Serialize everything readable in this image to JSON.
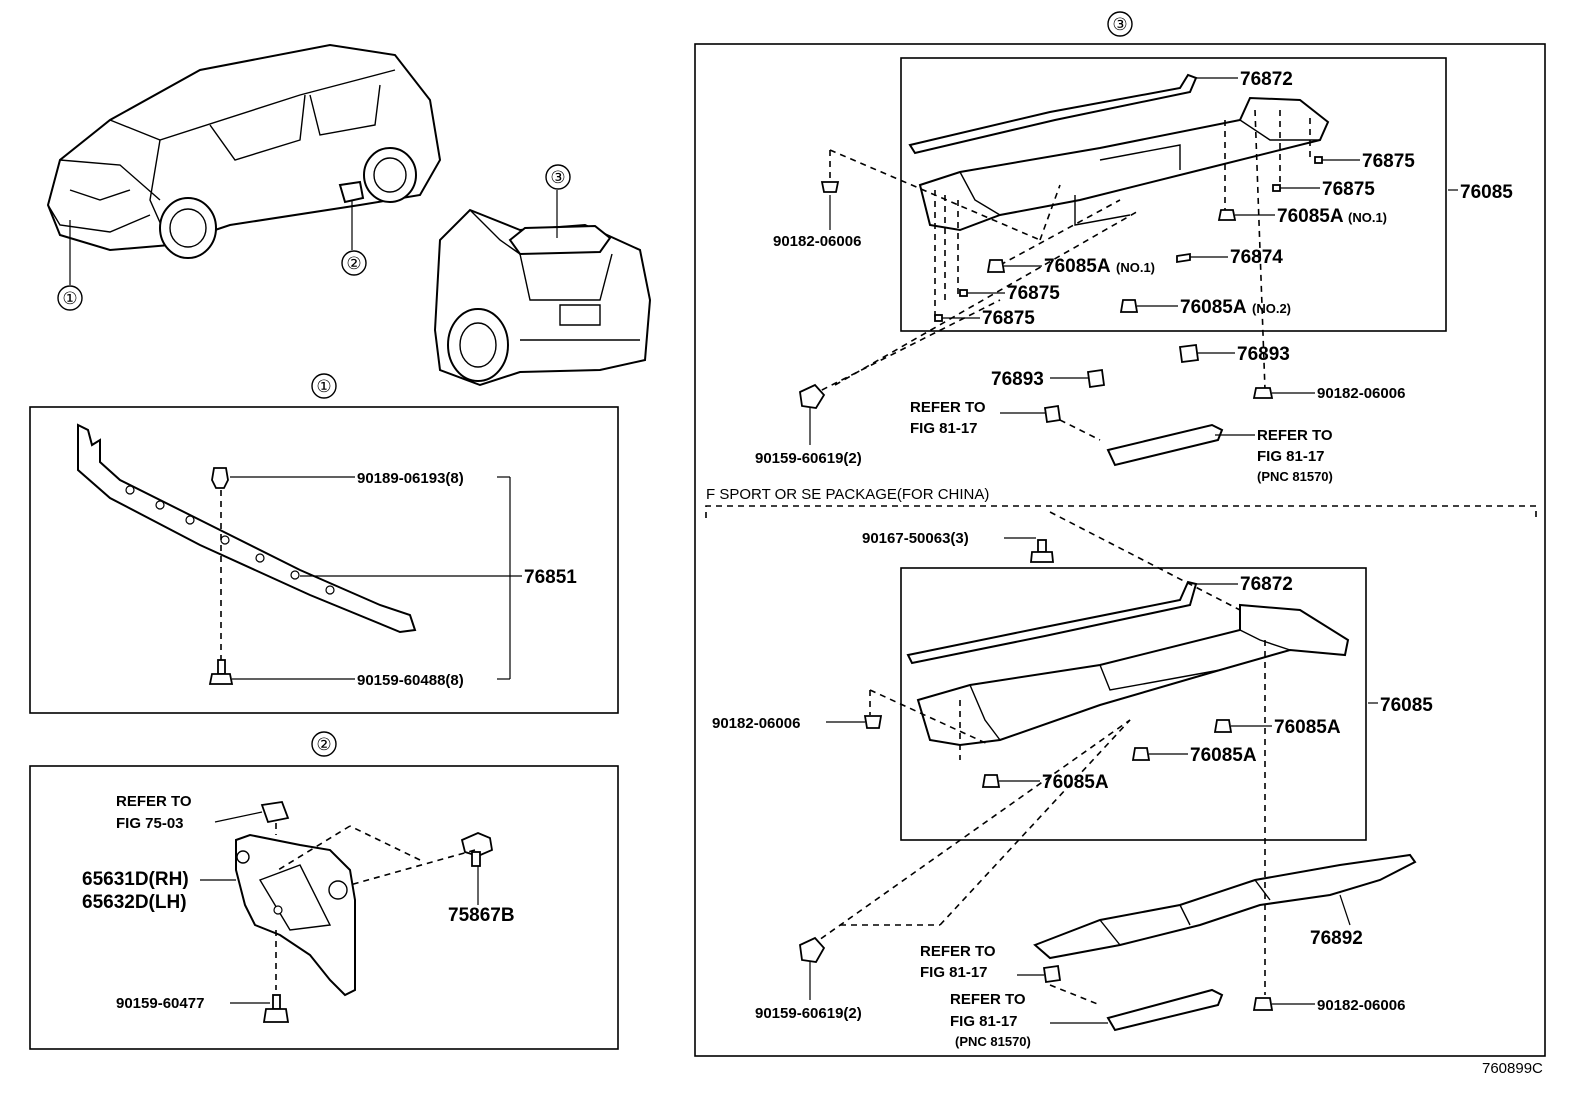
{
  "callouts": {
    "c1": "①",
    "c2": "②",
    "c3": "③"
  },
  "panel1": {
    "p90189": "90189-06193(8)",
    "p76851": "76851",
    "p90159": "90159-60488(8)"
  },
  "panel2": {
    "refer": "REFER TO",
    "fig": "FIG 75-03",
    "p65631": "65631D(RH)",
    "p65632": "65632D(LH)",
    "p75867": "75867B",
    "p90159": "90159-60477"
  },
  "panel3_top": {
    "p76872": "76872",
    "p76875a": "76875",
    "p76875b": "76875",
    "p76085": "76085",
    "p76085a_no1_r": "76085A",
    "no1_r": "(NO.1)",
    "p76874": "76874",
    "p76085a_no1_l": "76085A",
    "no1_l": "(NO.1)",
    "p76875c": "76875",
    "p76085a_no2": "76085A",
    "no2": "(NO.2)",
    "p76875d": "76875",
    "p90182": "90182-06006",
    "p76893a": "76893",
    "p76893b": "76893",
    "p90182b": "90182-06006",
    "refer1": "REFER TO",
    "fig1": "FIG 81-17",
    "refer2": "REFER TO",
    "fig2": "FIG 81-17",
    "pnc": "(PNC 81570)",
    "p90159": "90159-60619(2)"
  },
  "panel3_bottom": {
    "header": "F SPORT OR SE PACKAGE(FOR CHINA)",
    "p90167": "90167-50063(3)",
    "p76872": "76872",
    "p76085": "76085",
    "p90182": "90182-06006",
    "p76085a_1": "76085A",
    "p76085a_2": "76085A",
    "p76085a_3": "76085A",
    "p76892": "76892",
    "refer1": "REFER TO",
    "fig1": "FIG 81-17",
    "refer2": "REFER TO",
    "fig2": "FIG 81-17",
    "pnc": "(PNC 81570)",
    "p90159": "90159-60619(2)",
    "p90182b": "90182-06006"
  },
  "footer": {
    "code": "760899C"
  }
}
